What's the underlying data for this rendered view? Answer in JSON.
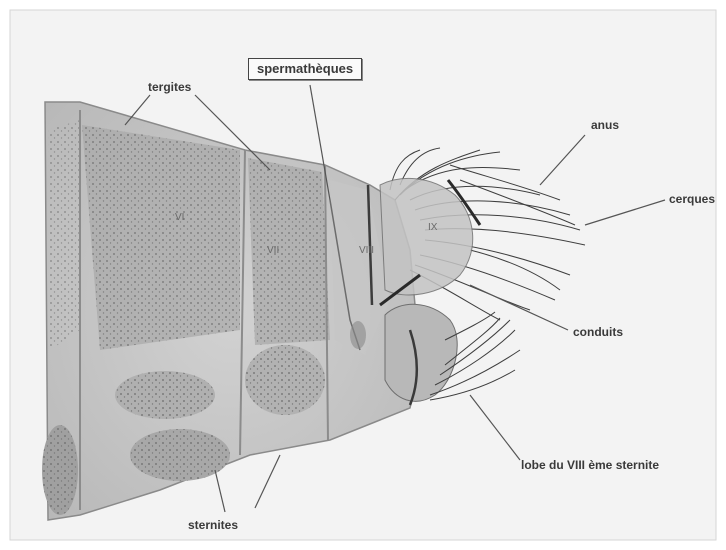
{
  "labels": {
    "tergites": "tergites",
    "spermatheques": "spermathèques",
    "anus": "anus",
    "cerques": "cerques",
    "conduits": "conduits",
    "lobe": "lobe du VIII ème sternite",
    "sternites": "sternites"
  },
  "segments": {
    "vi": "VI",
    "vii": "VII",
    "viii": "VIII",
    "ix": "IX"
  }
}
